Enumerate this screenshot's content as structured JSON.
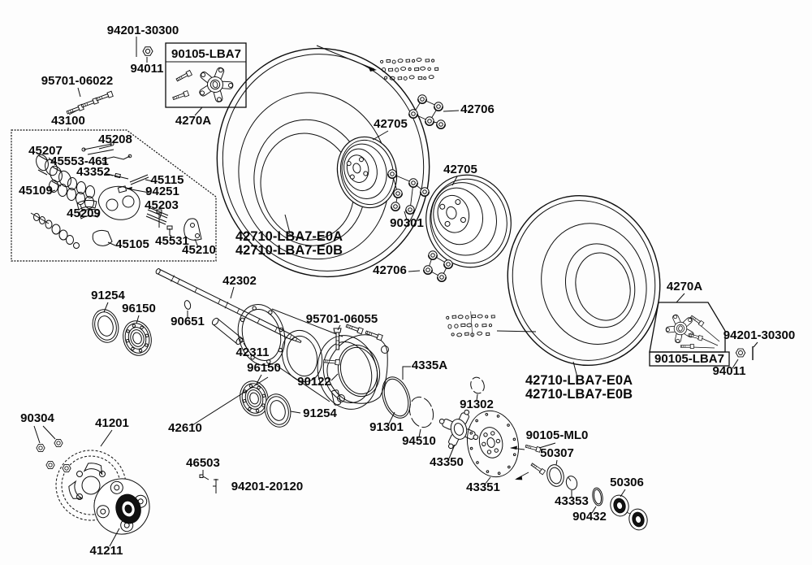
{
  "figure": {
    "type": "exploded-parts-diagram",
    "subject": "rear wheel, axle and brake assembly",
    "background_color": "#fdfdfd",
    "line_color": "#0d0d0d"
  },
  "labels": {
    "bolt_top": "94201-30300",
    "nut_top": "94011",
    "hose_bolts": "95701-06022",
    "caliper_assy": "43100",
    "hub_box_left": "90105-LBA7",
    "hub_sub_left": "4270A",
    "pad_pin": "45208",
    "piston": "45207",
    "pad_spring": "45553-461",
    "pin_clip": "43352",
    "hanger_pin": "45115",
    "pad_mark": "94251",
    "seal_set": "45109",
    "slide_bolt": "45203",
    "pads": "45209",
    "bracket_sub": "45105",
    "bleeder": "45531",
    "bracket": "45210",
    "rim_left": "42705",
    "nut_set_top": "42706",
    "rim_right": "42705",
    "lug_nuts": "90301",
    "nut_set_lower": "42706",
    "tire_left_a": "42710-LBA7-E0A",
    "tire_left_b": "42710-LBA7-E0B",
    "axle_shaft": "42302",
    "seal_left": "91254",
    "bearing_left": "96150",
    "circlip": "90651",
    "holder_bolt": "95701-06055",
    "spacer": "42311",
    "bearing_right": "96150",
    "holder": "90122",
    "holder_assy": "4335A",
    "seal_right": "91254",
    "hub_tube": "42610",
    "oring_large": "91301",
    "snap_ring": "94510",
    "snap_ring_small": "91302",
    "disc_hub": "43350",
    "brake_disc": "43351",
    "sprocket": "41201",
    "sprocket_nuts": "90304",
    "sprocket_hub": "41211",
    "pin_46503": "46503",
    "stud_20120": "94201-20120",
    "hub_sub_right": "4270A",
    "bolt_right": "94201-30300",
    "hub_box_right": "90105-LBA7",
    "nut_right": "94011",
    "tire_right_a": "42710-LBA7-E0A",
    "tire_right_b": "42710-LBA7-E0B",
    "disc_bolts": "90105-ML0",
    "seal_50307": "50307",
    "washer_43353": "43353",
    "oring_90432": "90432",
    "bushings": "50306"
  }
}
